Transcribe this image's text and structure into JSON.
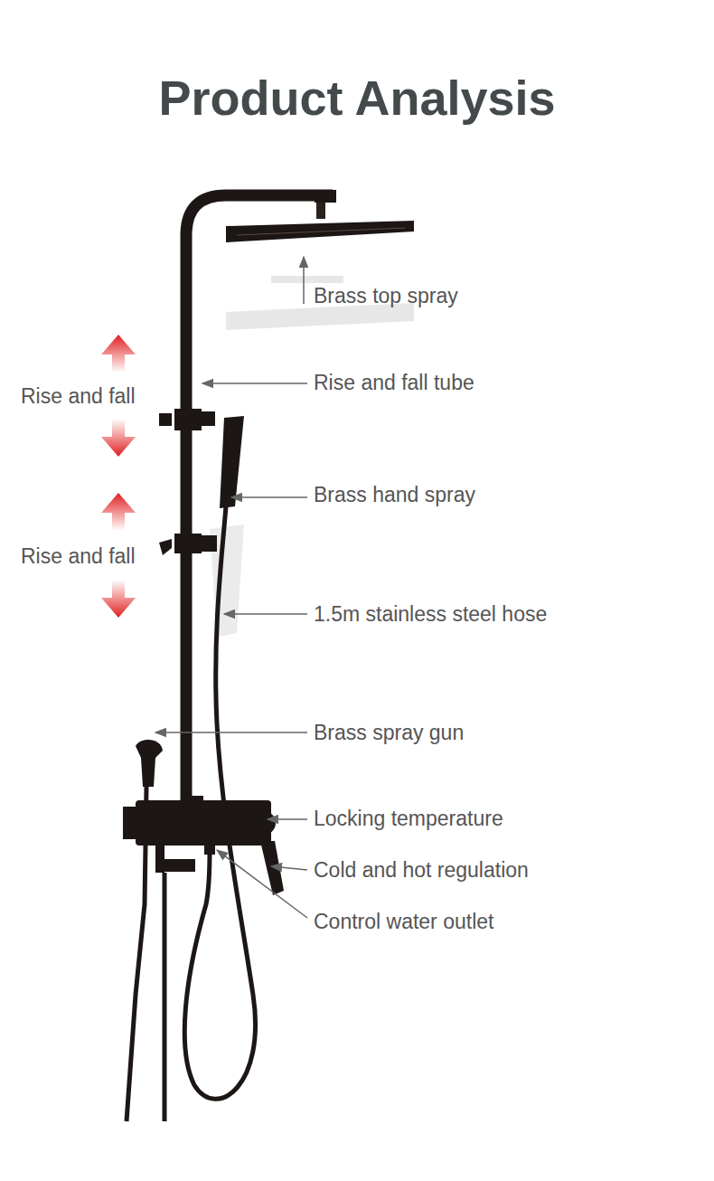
{
  "diagram": {
    "title": "Product Analysis",
    "labels": [
      "Brass top spray",
      "Rise and fall tube",
      "Rise and fall",
      "Brass hand spray",
      "Rise and fall",
      "1.5m stainless steel hose",
      "Brass spray gun",
      "Locking temperature",
      "Cold and hot regulation",
      "Control water outlet"
    ]
  }
}
